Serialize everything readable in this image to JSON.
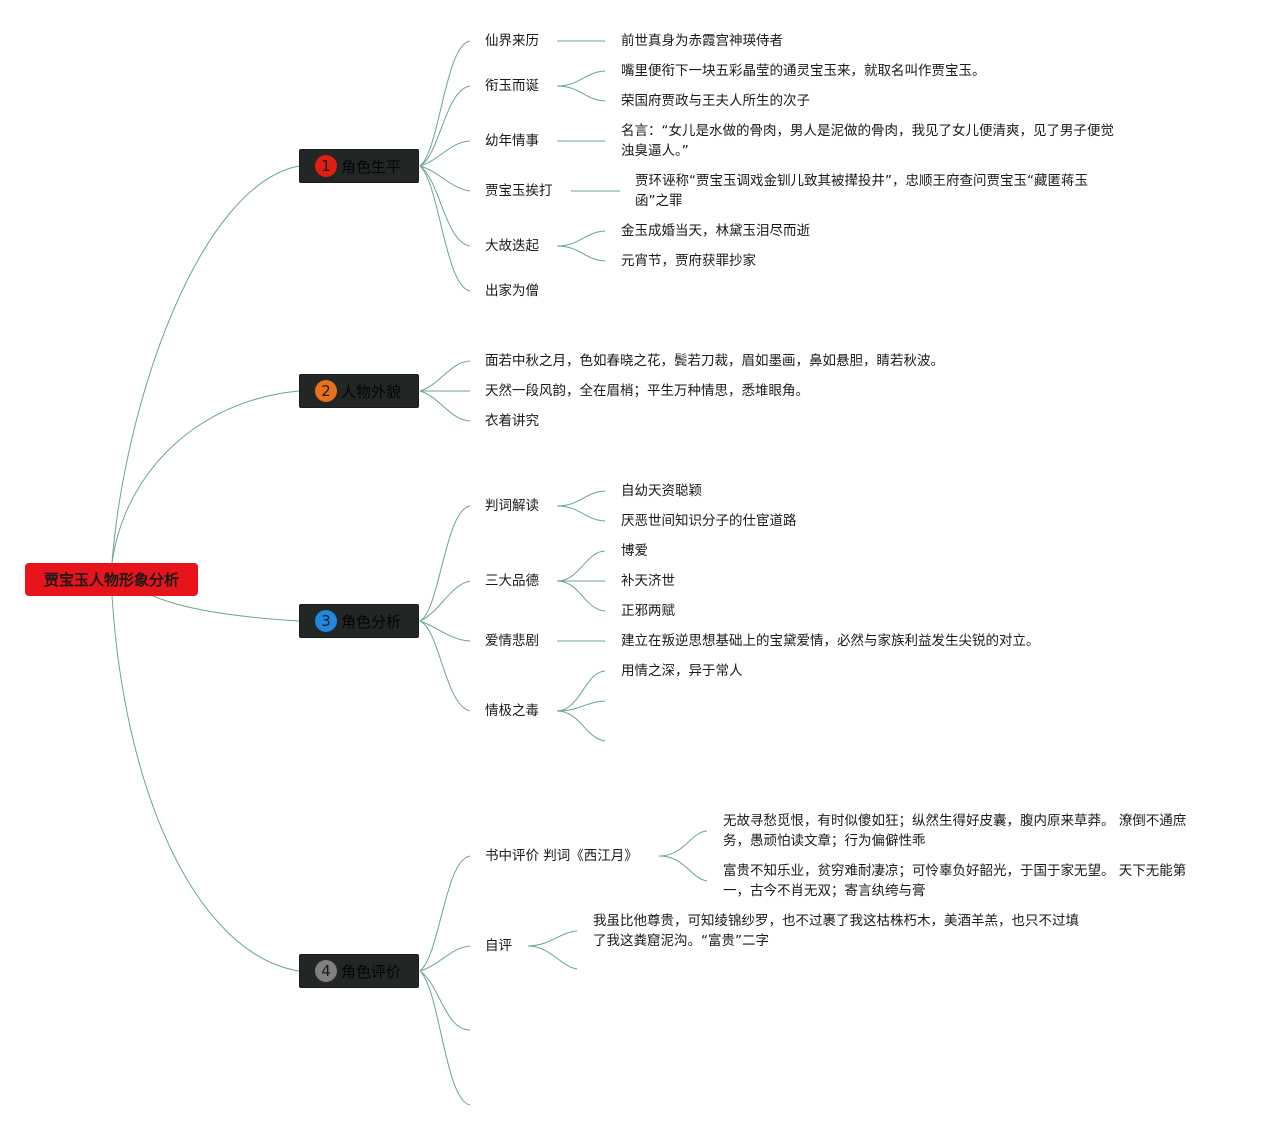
{
  "root": {
    "label": "贾宝玉人物形象分析",
    "color": "#e8141b"
  },
  "branches": [
    {
      "num": "1",
      "label": "角色生平",
      "badge_color": "#e01f12"
    },
    {
      "num": "2",
      "label": "人物外貌",
      "badge_color": "#e8701b"
    },
    {
      "num": "3",
      "label": "角色分析",
      "badge_color": "#2088e0"
    },
    {
      "num": "4",
      "label": "角色评价",
      "badge_color": "#808080"
    }
  ],
  "b1": {
    "topics": [
      "仙界来历",
      "衔玉而诞",
      "幼年情事",
      "贾宝玉挨打",
      "大故迭起",
      "出家为僧"
    ],
    "details": [
      "前世真身为赤霞宫神瑛侍者",
      "嘴里便衔下一块五彩晶莹的通灵宝玉来，就取名叫作贾宝玉。",
      "荣国府贾政与王夫人所生的次子",
      "名言：“女儿是水做的骨肉，男人是泥做的骨肉，我见了女儿便清爽，见了男子便觉浊臭逼人。”",
      "贾环诬称“贾宝玉调戏金钏儿致其被撵投井”，忠顺王府查问贾宝玉“藏匿蒋玉函”之罪",
      "金玉成婚当天，林黛玉泪尽而逝",
      "元宵节，贾府获罪抄家"
    ]
  },
  "b2": {
    "topics": [
      "面若中秋之月，色如春晓之花，鬓若刀裁，眉如墨画，鼻如悬胆，睛若秋波。",
      "天然一段风韵，全在眉梢；平生万种情思，悉堆眼角。",
      "衣着讲究"
    ]
  },
  "b3": {
    "topics": [
      "判词解读",
      "三大品德",
      "爱情悲剧",
      "情极之毒"
    ],
    "details": [
      "自幼天资聪颖",
      "厌恶世间知识分子的仕宦道路",
      "博爱",
      "补天济世",
      "正邪两赋",
      "建立在叛逆思想基础上的宝黛爱情，必然与家族利益发生尖锐的对立。",
      "用情之深，异于常人"
    ]
  },
  "b4": {
    "topics": [
      "书中评价 判词《西江月》",
      "自评"
    ],
    "details": [
      "无故寻愁觅恨，有时似傻如狂；纵然生得好皮囊，腹内原来草莽。 潦倒不通庶务，愚顽怕读文章；行为偏僻性乖",
      "富贵不知乐业，贫穷难耐凄凉；可怜辜负好韶光，于国于家无望。 天下无能第一，古今不肖无双；寄言纨绔与膏",
      "我虽比他尊贵，可知绫锦纱罗，也不过裹了我这枯株朽木，美酒羊羔，也只不过填了我这粪窟泥沟。“富贵”二字"
    ]
  },
  "colors": {
    "line": "#5f9f84",
    "text": "#1a1a1a",
    "branch_bg": "#222624"
  }
}
